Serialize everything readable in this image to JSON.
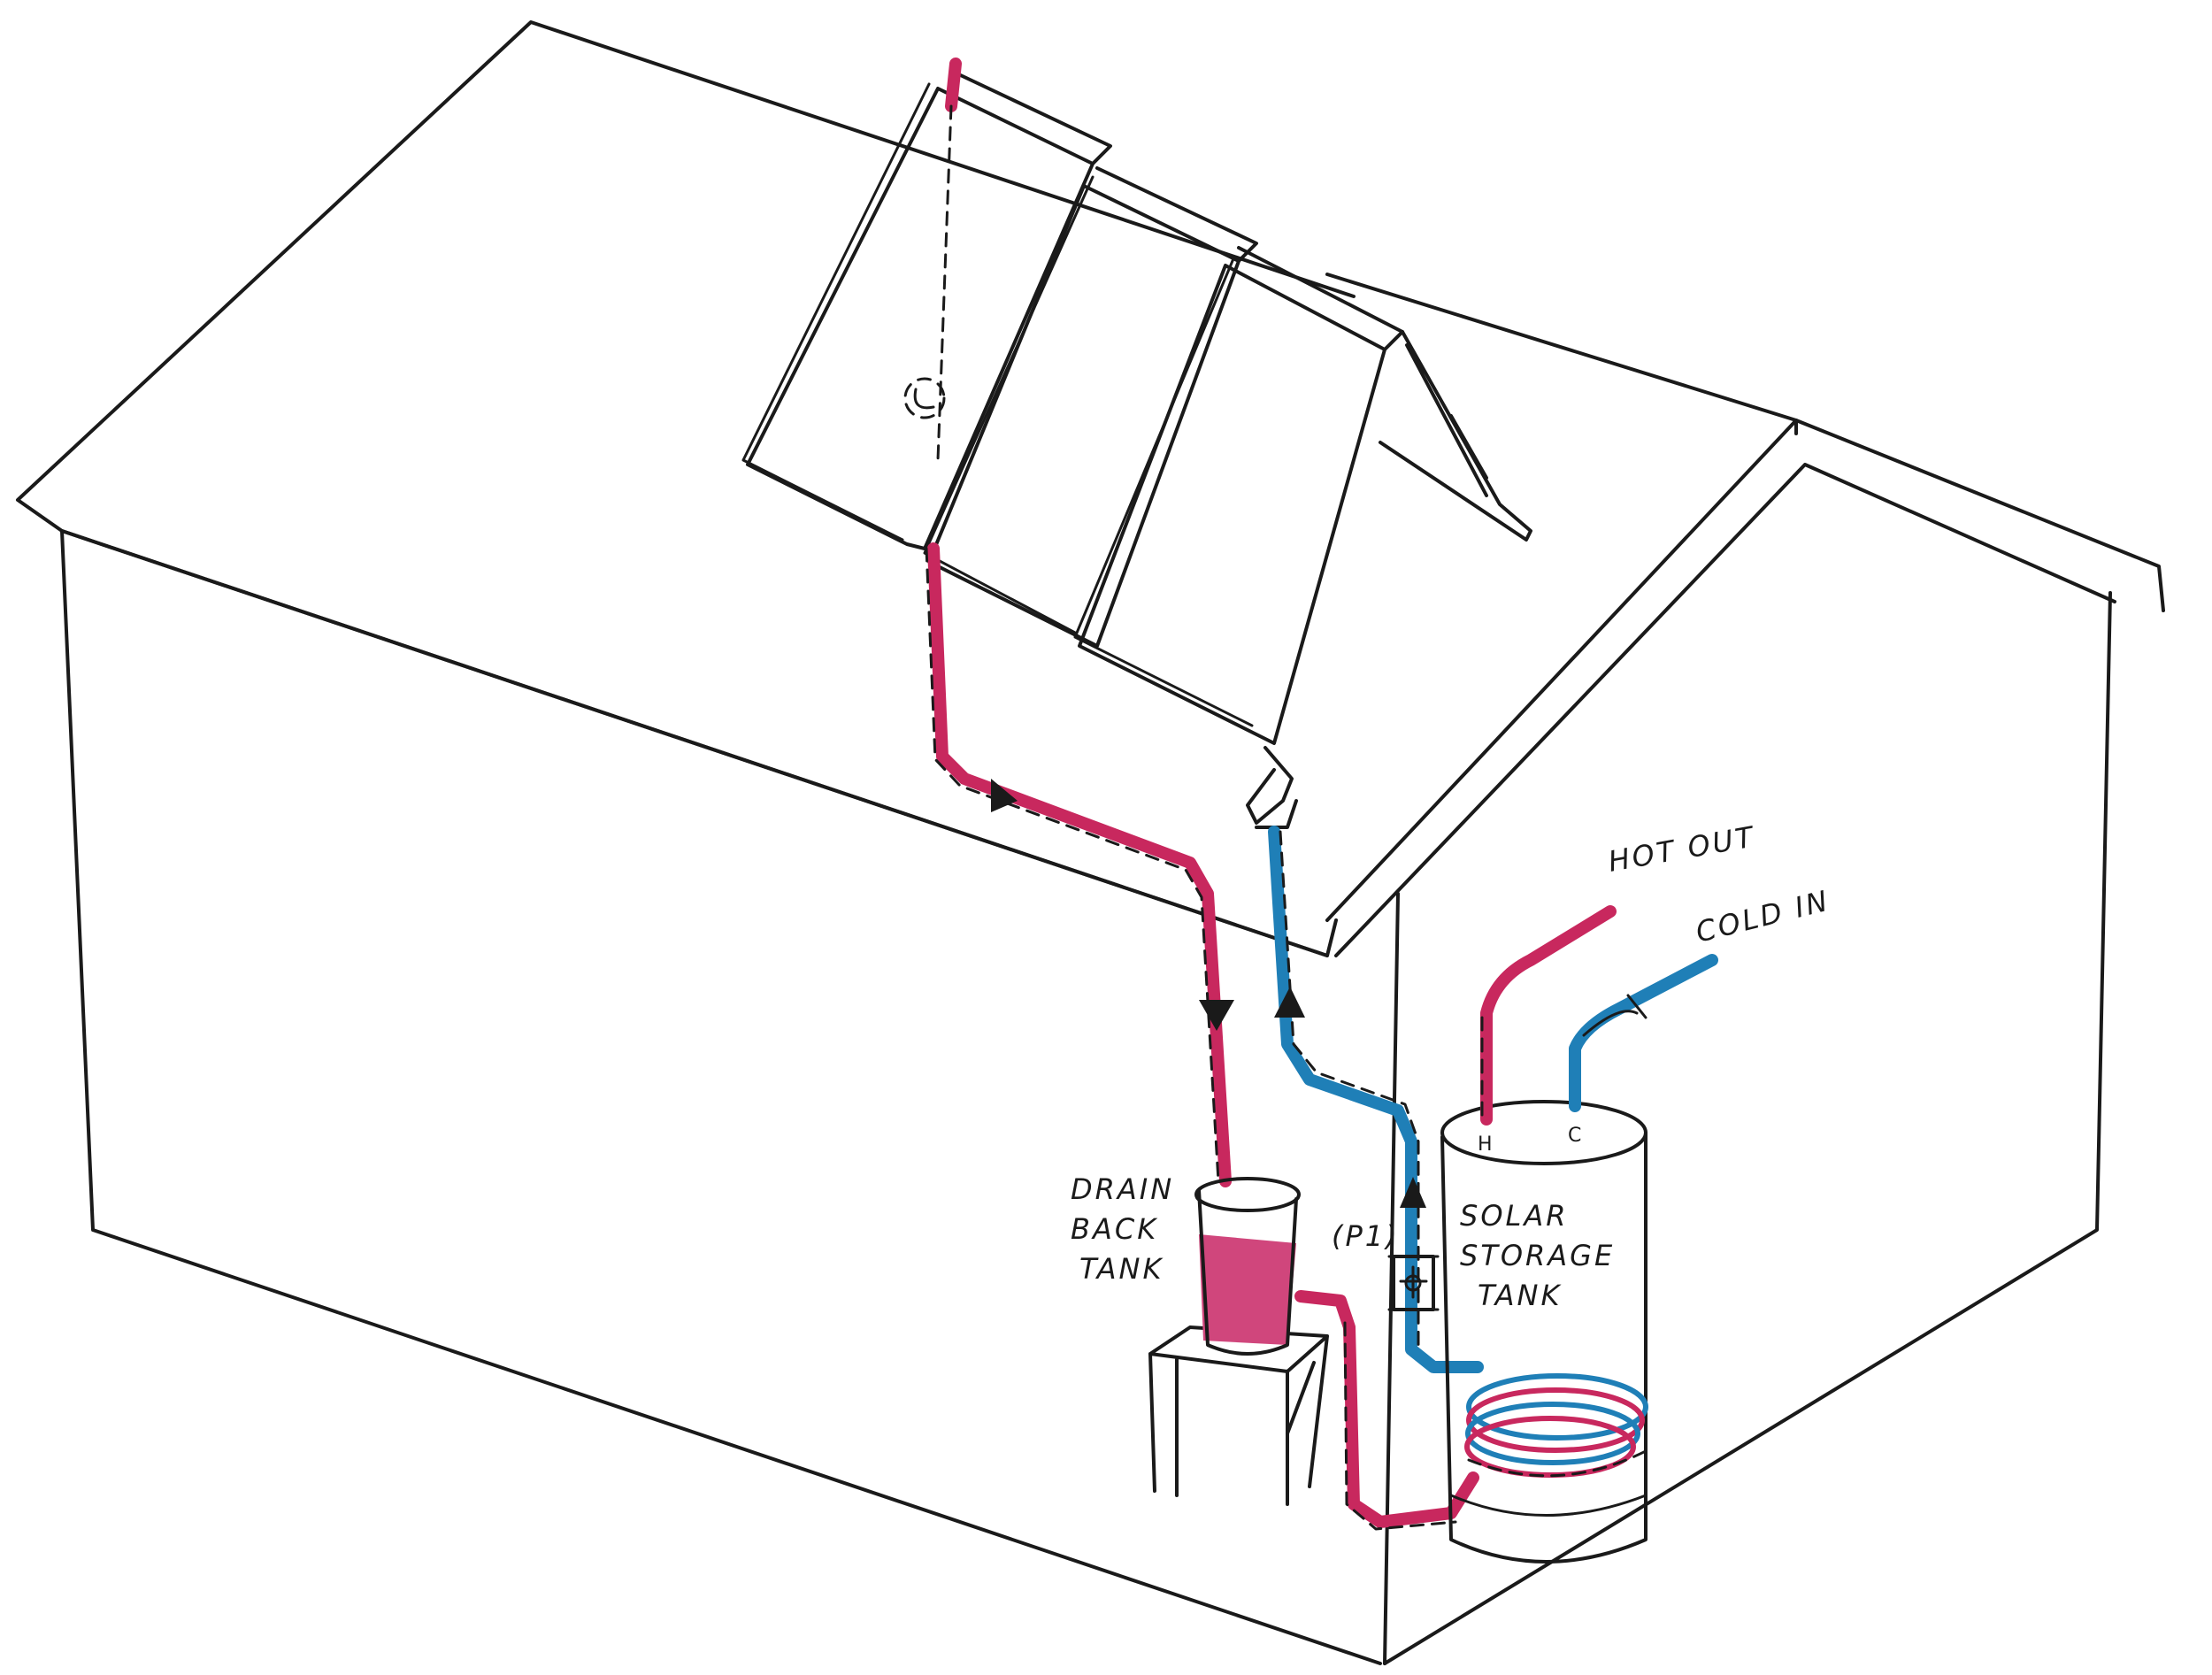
{
  "labels": {
    "drain_line1": "DRAIN",
    "drain_line2": "BACK",
    "drain_line3": "TANK",
    "storage_line1": "SOLAR",
    "storage_line2": "STORAGE",
    "storage_line3": "TANK",
    "pump": "(P1)",
    "hot_out": "HOT OUT",
    "cold_in": "COLD IN",
    "port_hot": "H",
    "port_cold": "C"
  },
  "colors": {
    "ink": "#1a1a1a",
    "hot_pipe": "#c8285e",
    "cold_pipe": "#1f7fb7",
    "drain_fill": "#d0467c"
  }
}
